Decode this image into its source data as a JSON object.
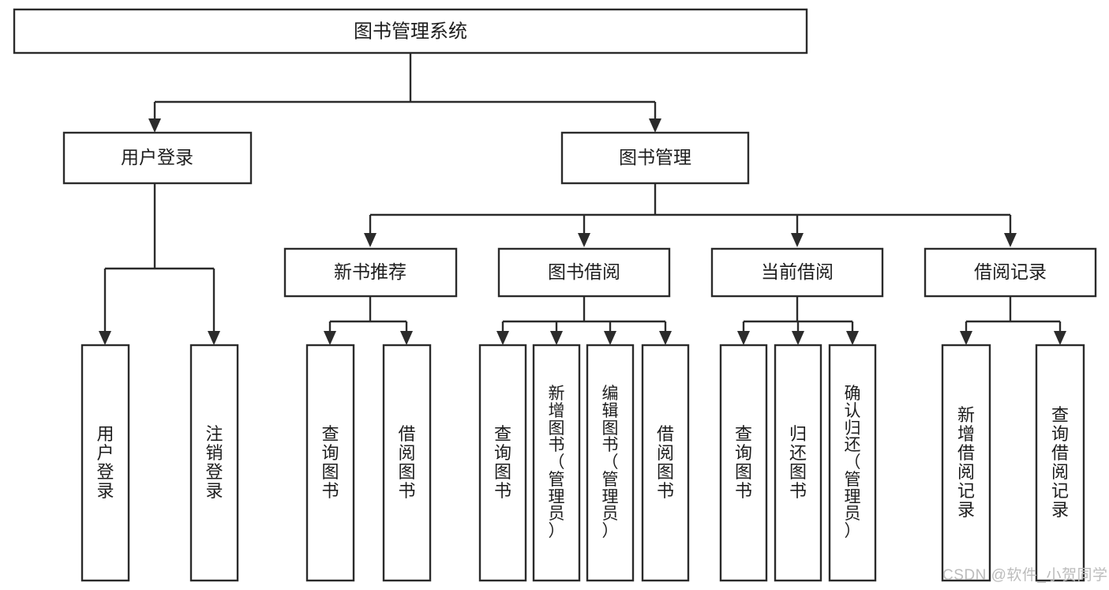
{
  "diagram": {
    "title": "图书管理系统",
    "watermark": "CSDN @软件_小贺同学",
    "colors": {
      "stroke": "#2b2b2b",
      "box_fill": "#ffffff",
      "text": "#1d1d1d",
      "background": "#ffffff",
      "watermark": "#bcbcbc"
    },
    "root": {
      "label": "图书管理系统"
    },
    "level2": [
      {
        "label": "用户登录"
      },
      {
        "label": "图书管理"
      }
    ],
    "level3": [
      {
        "label": "新书推荐"
      },
      {
        "label": "图书借阅"
      },
      {
        "label": "当前借阅"
      },
      {
        "label": "借阅记录"
      }
    ],
    "leaves": {
      "user_login": [
        {
          "label": "用户登录",
          "chars": [
            "用",
            "户",
            "登",
            "录"
          ]
        },
        {
          "label": "注销登录",
          "chars": [
            "注",
            "销",
            "登",
            "录"
          ]
        }
      ],
      "new_book_recommend": [
        {
          "label": "查询图书",
          "chars": [
            "查",
            "询",
            "图",
            "书"
          ]
        },
        {
          "label": "借阅图书",
          "chars": [
            "借",
            "阅",
            "图",
            "书"
          ]
        }
      ],
      "book_borrow": [
        {
          "label": "查询图书",
          "chars": [
            "查",
            "询",
            "图",
            "书"
          ]
        },
        {
          "label": "新增图书（管理员）",
          "chars": [
            "新",
            "增",
            "图",
            "书",
            "（",
            "管",
            "理",
            "员",
            "）"
          ]
        },
        {
          "label": "编辑图书（管理员）",
          "chars": [
            "编",
            "辑",
            "图",
            "书",
            "（",
            "管",
            "理",
            "员",
            "）"
          ]
        },
        {
          "label": "借阅图书",
          "chars": [
            "借",
            "阅",
            "图",
            "书"
          ]
        }
      ],
      "current_borrow": [
        {
          "label": "查询图书",
          "chars": [
            "查",
            "询",
            "图",
            "书"
          ]
        },
        {
          "label": "归还图书",
          "chars": [
            "归",
            "还",
            "图",
            "书"
          ]
        },
        {
          "label": "确认归还（管理员）",
          "chars": [
            "确",
            "认",
            "归",
            "还",
            "（",
            "管",
            "理",
            "员",
            "）"
          ]
        }
      ],
      "borrow_record": [
        {
          "label": "新增借阅记录",
          "chars": [
            "新",
            "增",
            "借",
            "阅",
            "记",
            "录"
          ]
        },
        {
          "label": "查询借阅记录",
          "chars": [
            "查",
            "询",
            "借",
            "阅",
            "记",
            "录"
          ]
        }
      ]
    }
  }
}
